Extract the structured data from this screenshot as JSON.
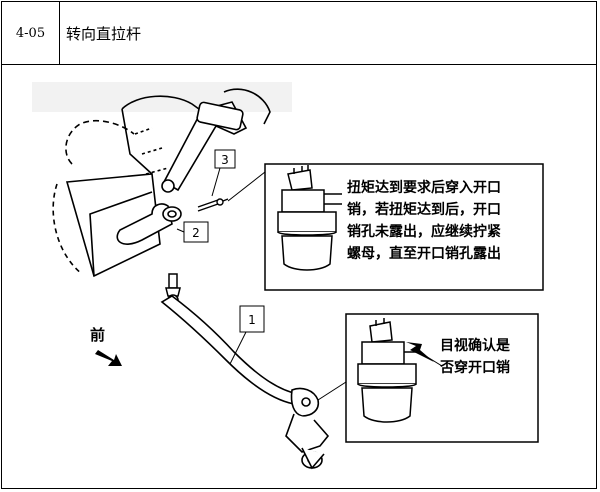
{
  "header": {
    "code": "4-05",
    "title": "转向直拉杆"
  },
  "diagram": {
    "callout_top": [
      "扭矩达到要求后穿入开口",
      "销，若扭矩达到后，开口",
      "销孔未露出，应继续拧紧",
      "螺母，直至开口销孔露出"
    ],
    "callout_bottom": [
      "目视确认是",
      "否穿开口销"
    ],
    "direction_label": "前",
    "labels": {
      "one": "1",
      "two": "2",
      "three": "3"
    }
  }
}
